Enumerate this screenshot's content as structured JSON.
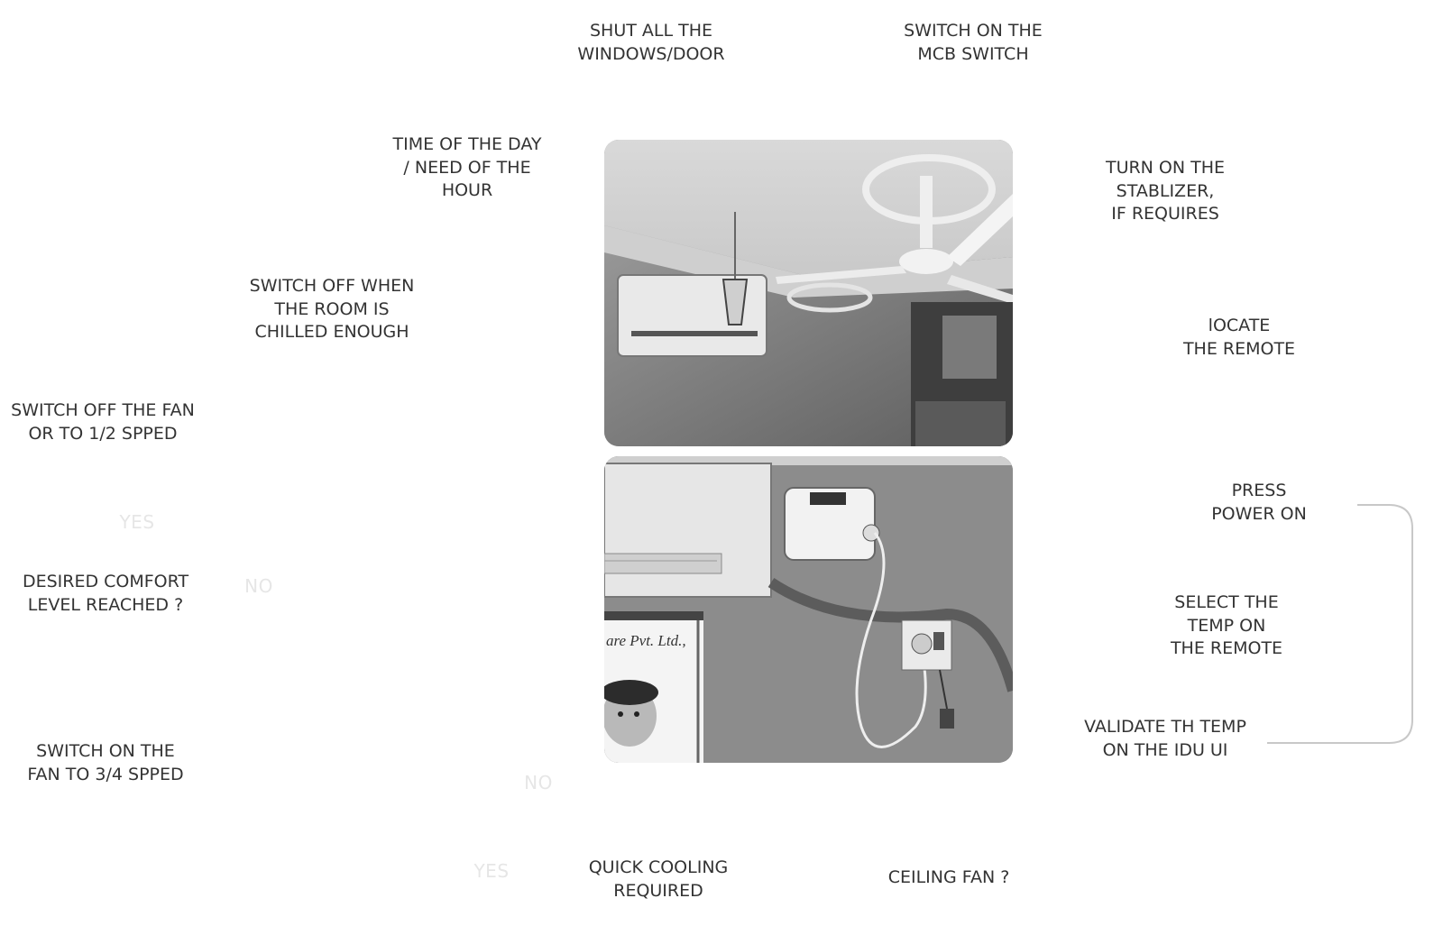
{
  "labels": {
    "shut_windows": "SHUT ALL THE\nWINDOWS/DOOR",
    "switch_mcb": "SWITCH ON THE\nMCB SWITCH",
    "time_of_day": "TIME OF THE DAY\n/ NEED OF THE\nHOUR",
    "turn_on_stabilizer": "TURN ON THE\nSTABLIZER,\nIF REQUIRES",
    "switch_off_when": "SWITCH OFF WHEN\nTHE ROOM IS\nCHILLED ENOUGH",
    "locate_remote": "lOCATE\nTHE REMOTE",
    "switch_off_fan": "SWITCH OFF THE FAN\nOR TO 1/2 SPPED",
    "press_power": "PRESS\nPOWER ON",
    "desired_comfort": "DESIRED COMFORT\nLEVEL REACHED ?",
    "select_temp": "SELECT THE\nTEMP ON\nTHE REMOTE",
    "validate_temp": "VALIDATE TH TEMP\nON THE IDU UI",
    "switch_on_fan": "SWITCH ON THE\nFAN TO 3/4 SPPED",
    "quick_cooling": "QUICK COOLING\nREQUIRED",
    "ceiling_fan": "CEILING FAN ?"
  },
  "decisions": {
    "comfort_yes": "YES",
    "comfort_no": "NO",
    "cooling_no": "NO",
    "cooling_yes": "YES"
  },
  "photos": {
    "top_wall_text": "are Pvt. Ltd.,"
  },
  "colors": {
    "text": "#333333",
    "faint_text": "#e6e6e6",
    "connector": "#c8c8c8"
  }
}
